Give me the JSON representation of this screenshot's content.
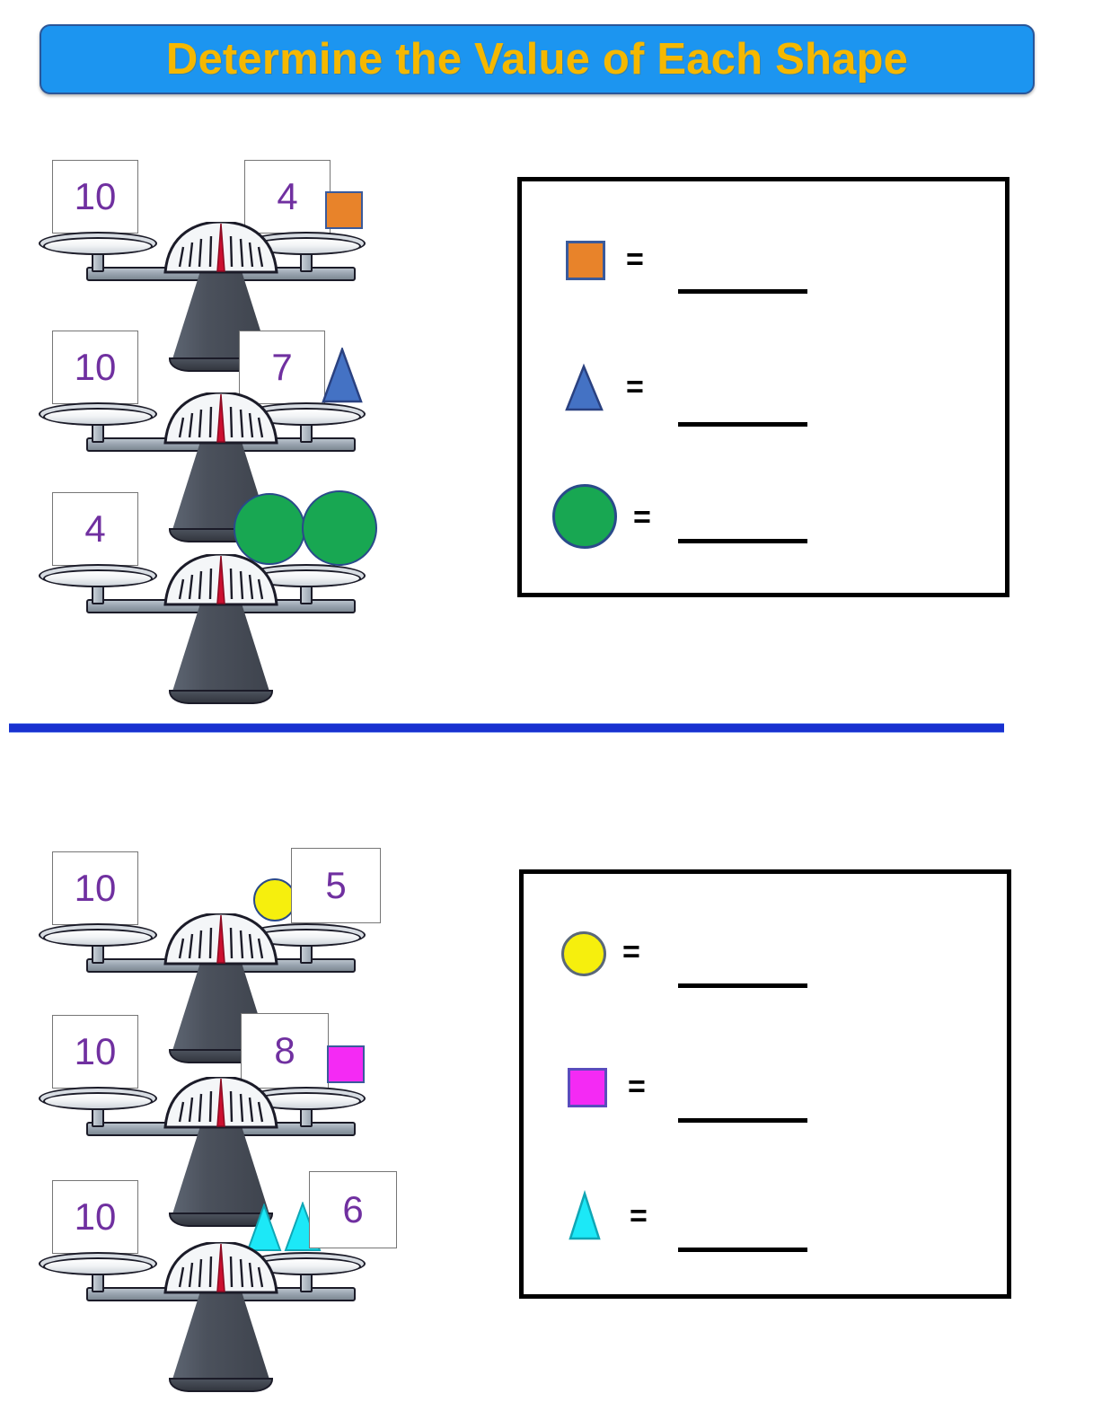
{
  "page": {
    "title": "Determine the Value of Each Shape",
    "accent_banner_color": "#1c95f0",
    "title_color": "#f5b800",
    "divider_color": "#1831d0",
    "number_color": "#7030a0"
  },
  "shape_colors": {
    "orange_square": "#e8832a",
    "blue_triangle": "#4472c4",
    "green_circle": "#18a752",
    "yellow_circle": "#f6ef0d",
    "magenta_square": "#f42af4",
    "cyan_triangle": "#1ce8f7"
  },
  "sections": [
    {
      "id": "section-1",
      "scales": [
        {
          "id": "scale-1",
          "left_pan": {
            "card": "10",
            "shapes": []
          },
          "right_pan": {
            "card": "4",
            "shapes": [
              {
                "type": "square",
                "color": "#e8832a",
                "count": 1
              }
            ]
          }
        },
        {
          "id": "scale-2",
          "left_pan": {
            "card": "10",
            "shapes": []
          },
          "right_pan": {
            "card": "7",
            "shapes": [
              {
                "type": "triangle",
                "color": "#4472c4",
                "count": 1
              }
            ]
          }
        },
        {
          "id": "scale-3",
          "left_pan": {
            "card": "4",
            "shapes": []
          },
          "right_pan": {
            "card": "",
            "shapes": [
              {
                "type": "circle",
                "color": "#18a752",
                "count": 2
              }
            ]
          }
        }
      ],
      "answer_rows": [
        {
          "shape": "orange-square",
          "type": "square",
          "color": "#e8832a",
          "equals": "=",
          "answer": ""
        },
        {
          "shape": "blue-triangle",
          "type": "triangle",
          "color": "#4472c4",
          "equals": "=",
          "answer": ""
        },
        {
          "shape": "green-circle",
          "type": "circle",
          "color": "#18a752",
          "equals": "=",
          "answer": ""
        }
      ]
    },
    {
      "id": "section-2",
      "scales": [
        {
          "id": "scale-4",
          "left_pan": {
            "card": "10",
            "shapes": []
          },
          "right_pan": {
            "card": "5",
            "shapes": [
              {
                "type": "circle",
                "color": "#f6ef0d",
                "count": 1
              }
            ]
          }
        },
        {
          "id": "scale-5",
          "left_pan": {
            "card": "10",
            "shapes": []
          },
          "right_pan": {
            "card": "8",
            "shapes": [
              {
                "type": "square",
                "color": "#f42af4",
                "count": 1
              }
            ]
          }
        },
        {
          "id": "scale-6",
          "left_pan": {
            "card": "10",
            "shapes": []
          },
          "right_pan": {
            "card": "6",
            "shapes": [
              {
                "type": "triangle",
                "color": "#1ce8f7",
                "count": 2
              }
            ]
          }
        }
      ],
      "answer_rows": [
        {
          "shape": "yellow-circle",
          "type": "circle",
          "color": "#f6ef0d",
          "equals": "=",
          "answer": ""
        },
        {
          "shape": "magenta-square",
          "type": "square",
          "color": "#f42af4",
          "equals": "=",
          "answer": ""
        },
        {
          "shape": "cyan-triangle",
          "type": "triangle",
          "color": "#1ce8f7",
          "equals": "=",
          "answer": ""
        }
      ]
    }
  ]
}
